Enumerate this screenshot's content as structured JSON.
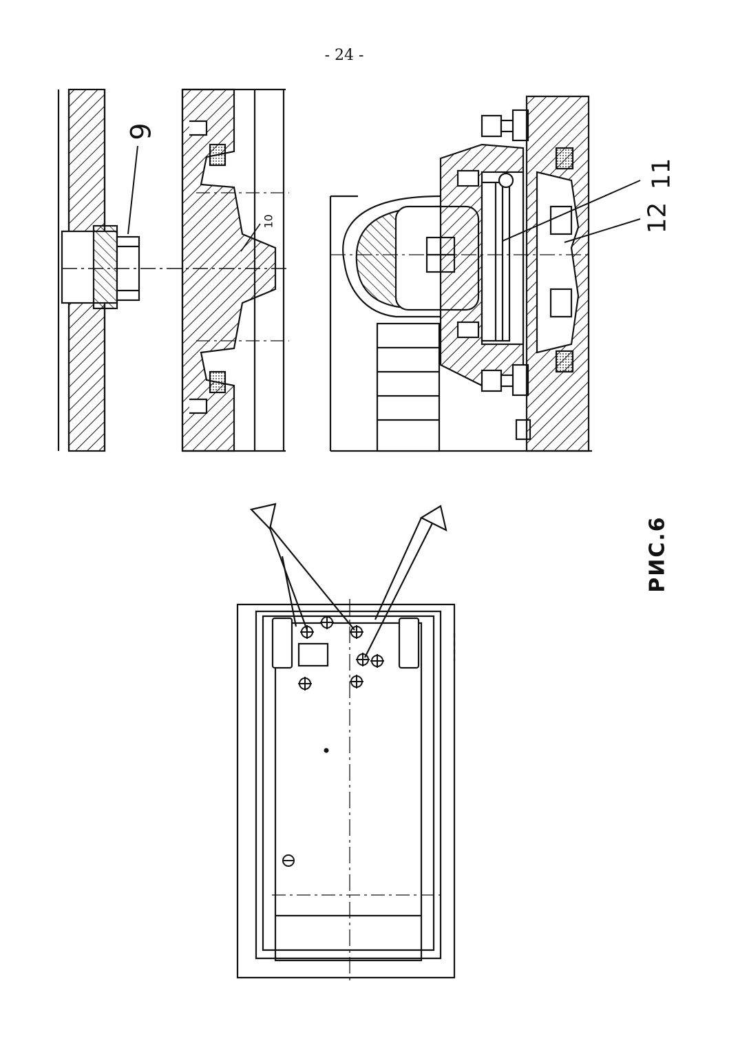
{
  "page": {
    "number": "- 24 -"
  },
  "figure": {
    "caption": "РИС.6"
  },
  "callouts": [
    {
      "label": "9"
    },
    {
      "label": "10"
    },
    {
      "label": "11"
    },
    {
      "label": "12"
    }
  ],
  "colors": {
    "ink": "#111111",
    "paper": "#ffffff"
  }
}
